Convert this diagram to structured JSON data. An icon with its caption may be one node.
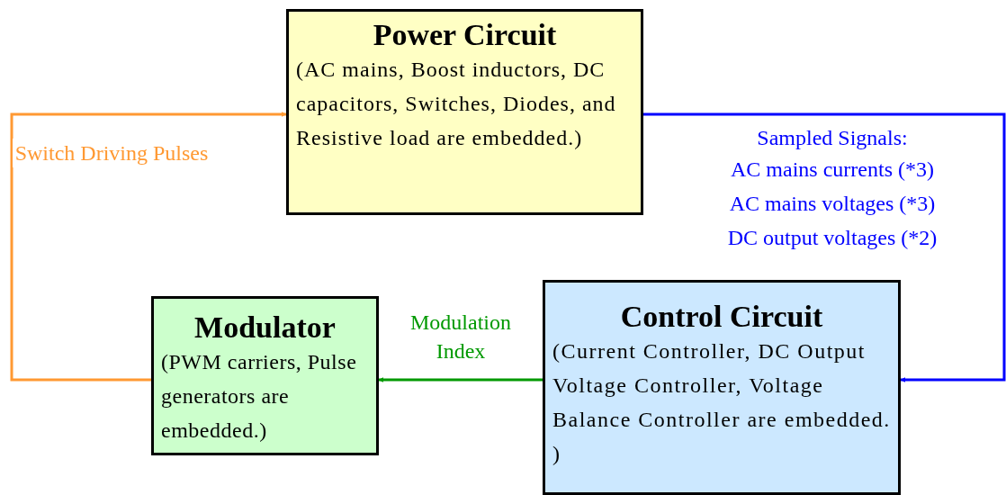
{
  "diagram": {
    "nodes": [
      {
        "text": [
          "Power Circuit",
          "(AC mains, Boost inductors, DC capacitors, Switches, Diodes, and Resistive load are embedded.)"
        ]
      },
      {
        "text": [
          "Modulator",
          "(PWM carriers, Pulse generators are embedded.)"
        ]
      },
      {
        "text": [
          "Control Circuit",
          "(Current Controller, DC Output Voltage Controller, Voltage Balance Controller are embedded. )"
        ]
      }
    ],
    "edges": [
      {
        "from": 1,
        "to": 0,
        "arrow": "to",
        "label": "Switch Driving Pulses",
        "color": "#ff9933"
      },
      {
        "from": 0,
        "to": 2,
        "arrow": "to",
        "label": "Sampled Signals:",
        "color": "#0000ff"
      },
      {
        "from": 2,
        "to": 1,
        "arrow": "to",
        "label": "Modulation Index",
        "color": "#009900"
      }
    ],
    "labels": [
      "AC mains currents (*3)",
      "AC mains voltages (*3)",
      "DC output voltages (*2)"
    ]
  }
}
